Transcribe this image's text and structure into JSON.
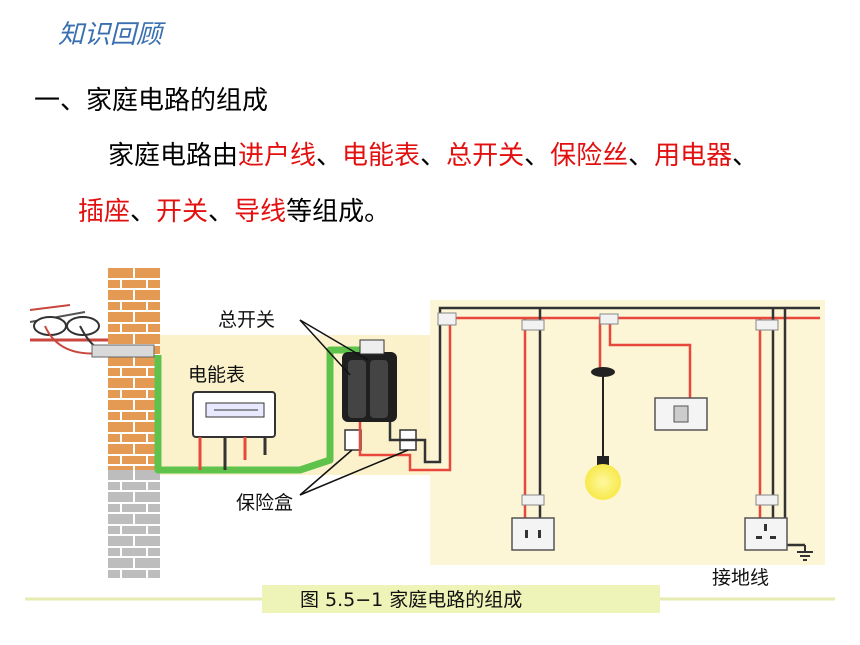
{
  "header": {
    "title": "知识回顾"
  },
  "section": {
    "heading": "一、家庭电路的组成"
  },
  "paragraph": {
    "prefix": "家庭电路由",
    "items": [
      "进户线",
      "电能表",
      "总开关",
      "保险丝",
      "用电器",
      "插座",
      "开关",
      "导线"
    ],
    "sep1": "、",
    "sep2": "、",
    "sep3": "、",
    "sep4": "、",
    "sep5": "、",
    "sep6": "、",
    "sep7": "、",
    "suffix": "等组成。"
  },
  "figure": {
    "labels": {
      "main_switch": "总开关",
      "meter": "电能表",
      "fuse_box": "保险盒",
      "ground_wire": "接地线"
    },
    "caption": "图 5.5−1  家庭电路的组成"
  },
  "colors": {
    "title_blue": "#3a6fb0",
    "highlight_red": "#e31010",
    "brick": "#e49a52",
    "green_wire": "#5fc24a",
    "red_wire": "#e8473b",
    "wall_bg": "#fbf2cc",
    "caption_bg": "#eef3b8"
  }
}
